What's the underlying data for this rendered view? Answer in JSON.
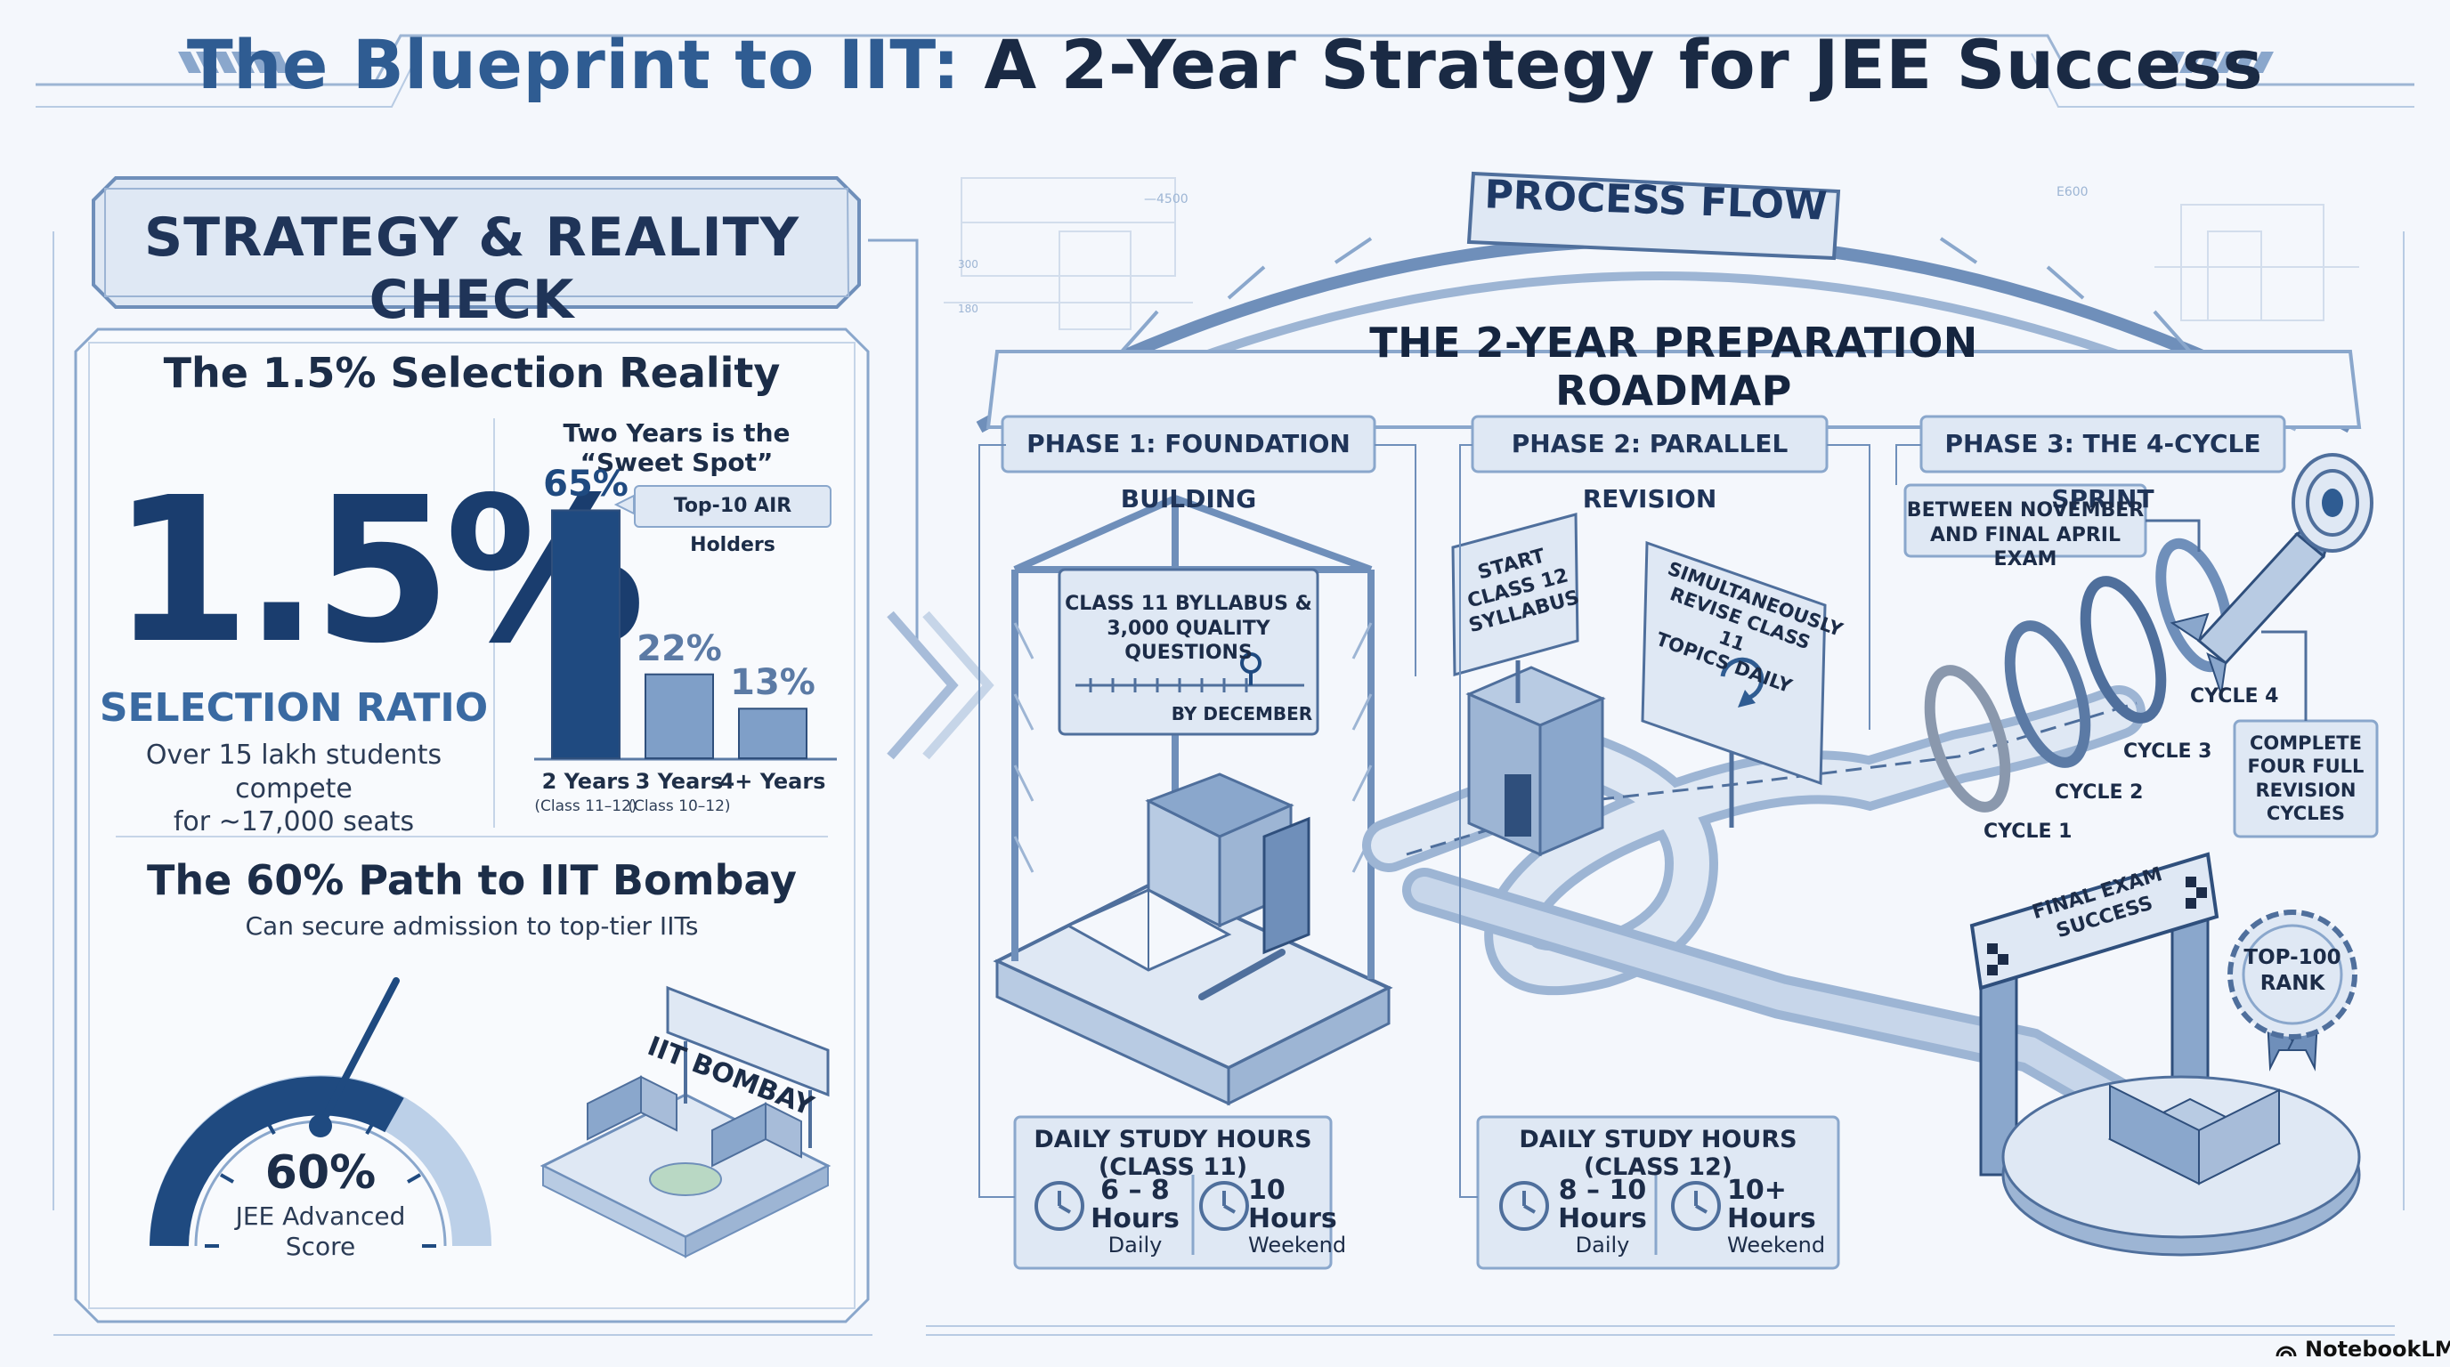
{
  "title": {
    "part1": "The Blueprint to IIT:",
    "part2": "A 2-Year Strategy for JEE Success"
  },
  "left": {
    "badge": "STRATEGY & REALITY CHECK",
    "selection": {
      "title": "The 1.5% Selection Reality",
      "big_number": "1.5%",
      "ratio_label": "SELECTION RATIO",
      "subtitle_line1": "Over 15 lakh students compete",
      "subtitle_line2": "for ~17,000 seats"
    },
    "bombay": {
      "title": "The 60% Path to IIT Bombay",
      "subtitle": "Can secure admission to top-tier IITs",
      "gauge_value": "60%",
      "gauge_label_line1": "JEE Advanced",
      "gauge_label_line2": "Score",
      "campus_sign": "IIT BOMBAY"
    }
  },
  "chart_data": {
    "type": "bar",
    "title": "Two Years is the “Sweet Spot”",
    "categories": [
      "2 Years",
      "3 Years",
      "4+ Years"
    ],
    "category_subs": [
      "(Class 11–12)",
      "(Class 10–12)",
      ""
    ],
    "values": [
      65,
      22,
      13
    ],
    "value_labels": [
      "65%",
      "22%",
      "13%"
    ],
    "annotation": "Top-10 AIR Holders",
    "ylim": [
      0,
      70
    ],
    "colors": [
      "#1f4a80",
      "#7f9fc8",
      "#7f9fc8"
    ]
  },
  "right": {
    "process_flow": "PROCESS FLOW",
    "roadmap_title": "THE 2-YEAR PREPARATION ROADMAP",
    "phases": [
      {
        "label": "PHASE 1: FOUNDATION BUILDING"
      },
      {
        "label": "PHASE 2: PARALLEL REVISION"
      },
      {
        "label": "PHASE 3: THE 4-CYCLE SPRINT"
      }
    ],
    "phase1_box": {
      "line1": "CLASS 11 BYLLABUS &",
      "line2": "3,000 QUALITY QUESTIONS",
      "deadline": "BY DECEMBER"
    },
    "phase2_sign1": {
      "line1": "START",
      "line2": "CLASS 12",
      "line3": "SYLLABUS"
    },
    "phase2_sign2": {
      "line1": "SIMULTANEOUSLY",
      "line2": "REVISE CLASS 11",
      "line3": "TOPICS DAILY"
    },
    "phase3_box": {
      "line1": "BETWEEN NOVEMBER",
      "line2": "AND FINAL APRIL EXAM"
    },
    "cycles": [
      "CYCLE 1",
      "CYCLE 2",
      "CYCLE 3",
      "CYCLE 4"
    ],
    "complete_box": {
      "line1": "COMPLETE",
      "line2": "FOUR FULL",
      "line3": "REVISION",
      "line4": "CYCLES"
    },
    "finish_banner": {
      "line1": "FINAL EXAM",
      "line2": "SUCCESS"
    },
    "rank_badge": {
      "line1": "TOP-100",
      "line2": "RANK"
    },
    "study11": {
      "title": "DAILY STUDY HOURS (CLASS 11)",
      "daily_value": "6 – 8",
      "daily_unit": "Hours",
      "daily_label": "Daily",
      "weekend_value": "10",
      "weekend_unit": "Hours",
      "weekend_label": "Weekend"
    },
    "study12": {
      "title": "DAILY STUDY HOURS (CLASS 12)",
      "daily_value": "8 – 10",
      "daily_unit": "Hours",
      "daily_label": "Daily",
      "weekend_value": "10+",
      "weekend_unit": "Hours",
      "weekend_label": "Weekend"
    },
    "blueprint_marks": [
      "—4500",
      "E600",
      "300",
      "180"
    ]
  },
  "footer": {
    "logo": "NotebookLM"
  },
  "colors": {
    "navy": "#1a3d6e",
    "steel": "#7f9fc8",
    "panel_fill": "#dfe8f4",
    "accent": "#2f5c92"
  }
}
